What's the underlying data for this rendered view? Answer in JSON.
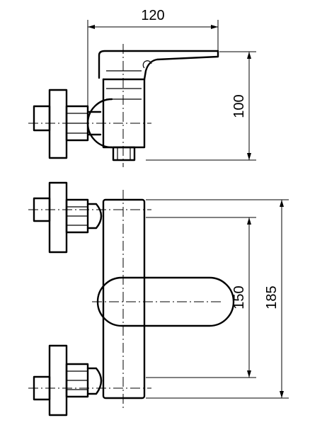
{
  "dimensions": {
    "width_top": "120",
    "height_top": "100",
    "inner_height": "150",
    "outer_height": "185"
  }
}
